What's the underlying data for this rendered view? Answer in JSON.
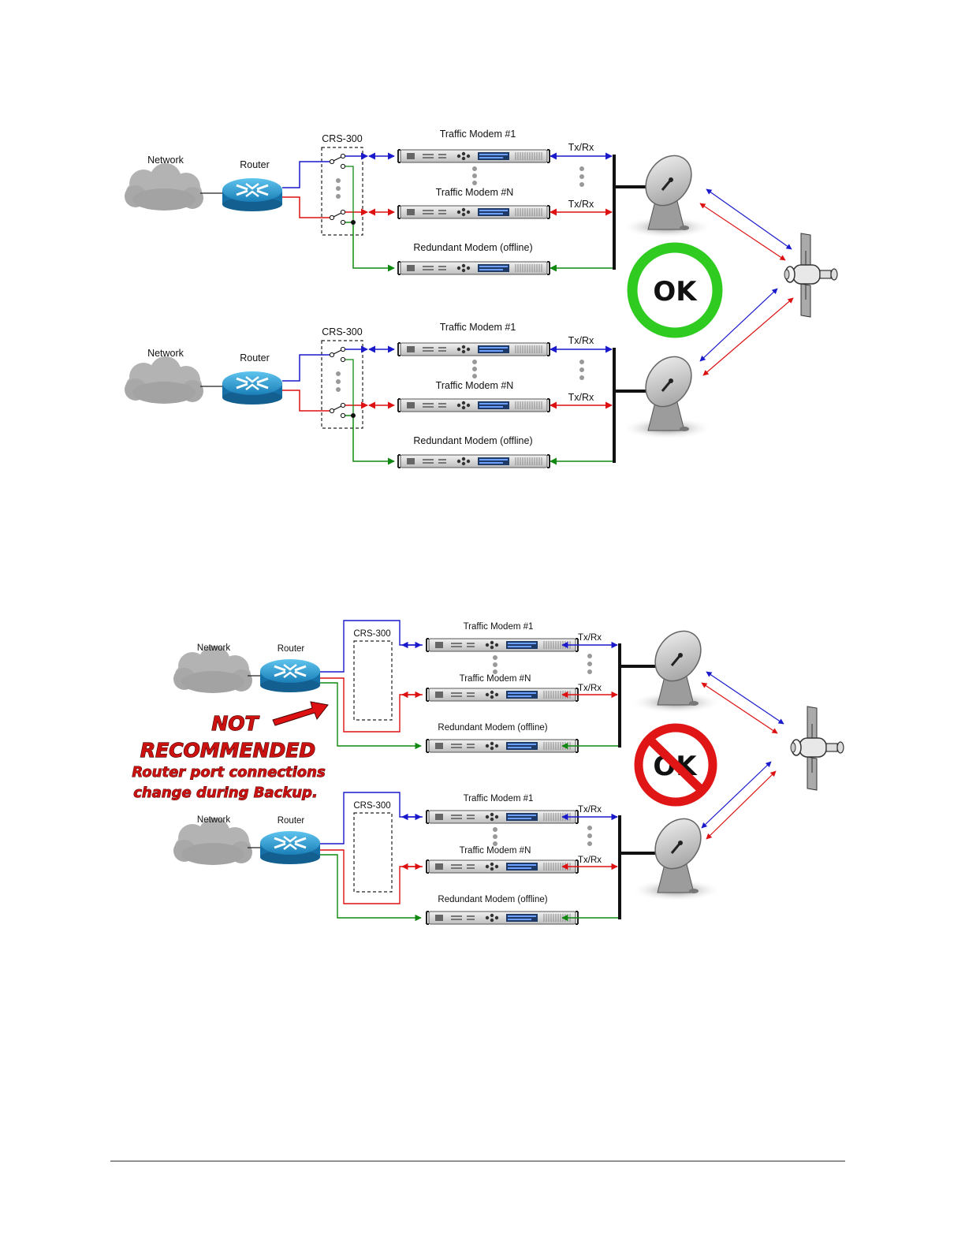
{
  "labels": {
    "network": "Network",
    "router": "Router",
    "crs": "CRS-300",
    "traffic_modem_1": "Traffic Modem #1",
    "traffic_modem_n": "Traffic Modem #N",
    "redundant_modem": "Redundant Modem (offline)",
    "txrx": "Tx/Rx"
  },
  "status": {
    "ok": "OK"
  },
  "warning": {
    "line1": "NOT",
    "line2": "RECOMMENDED",
    "line3": "Router port connections",
    "line4": "change during Backup."
  },
  "colors": {
    "blue": "#1a1acc",
    "red": "#dd1111",
    "green": "#118811",
    "ok_ring": "#33cc22",
    "no_ring": "#dd1111"
  },
  "icons": [
    "cloud-icon",
    "router-icon",
    "modem-icon",
    "dish-icon",
    "satellite-icon",
    "ok-badge-icon",
    "no-symbol-icon"
  ]
}
